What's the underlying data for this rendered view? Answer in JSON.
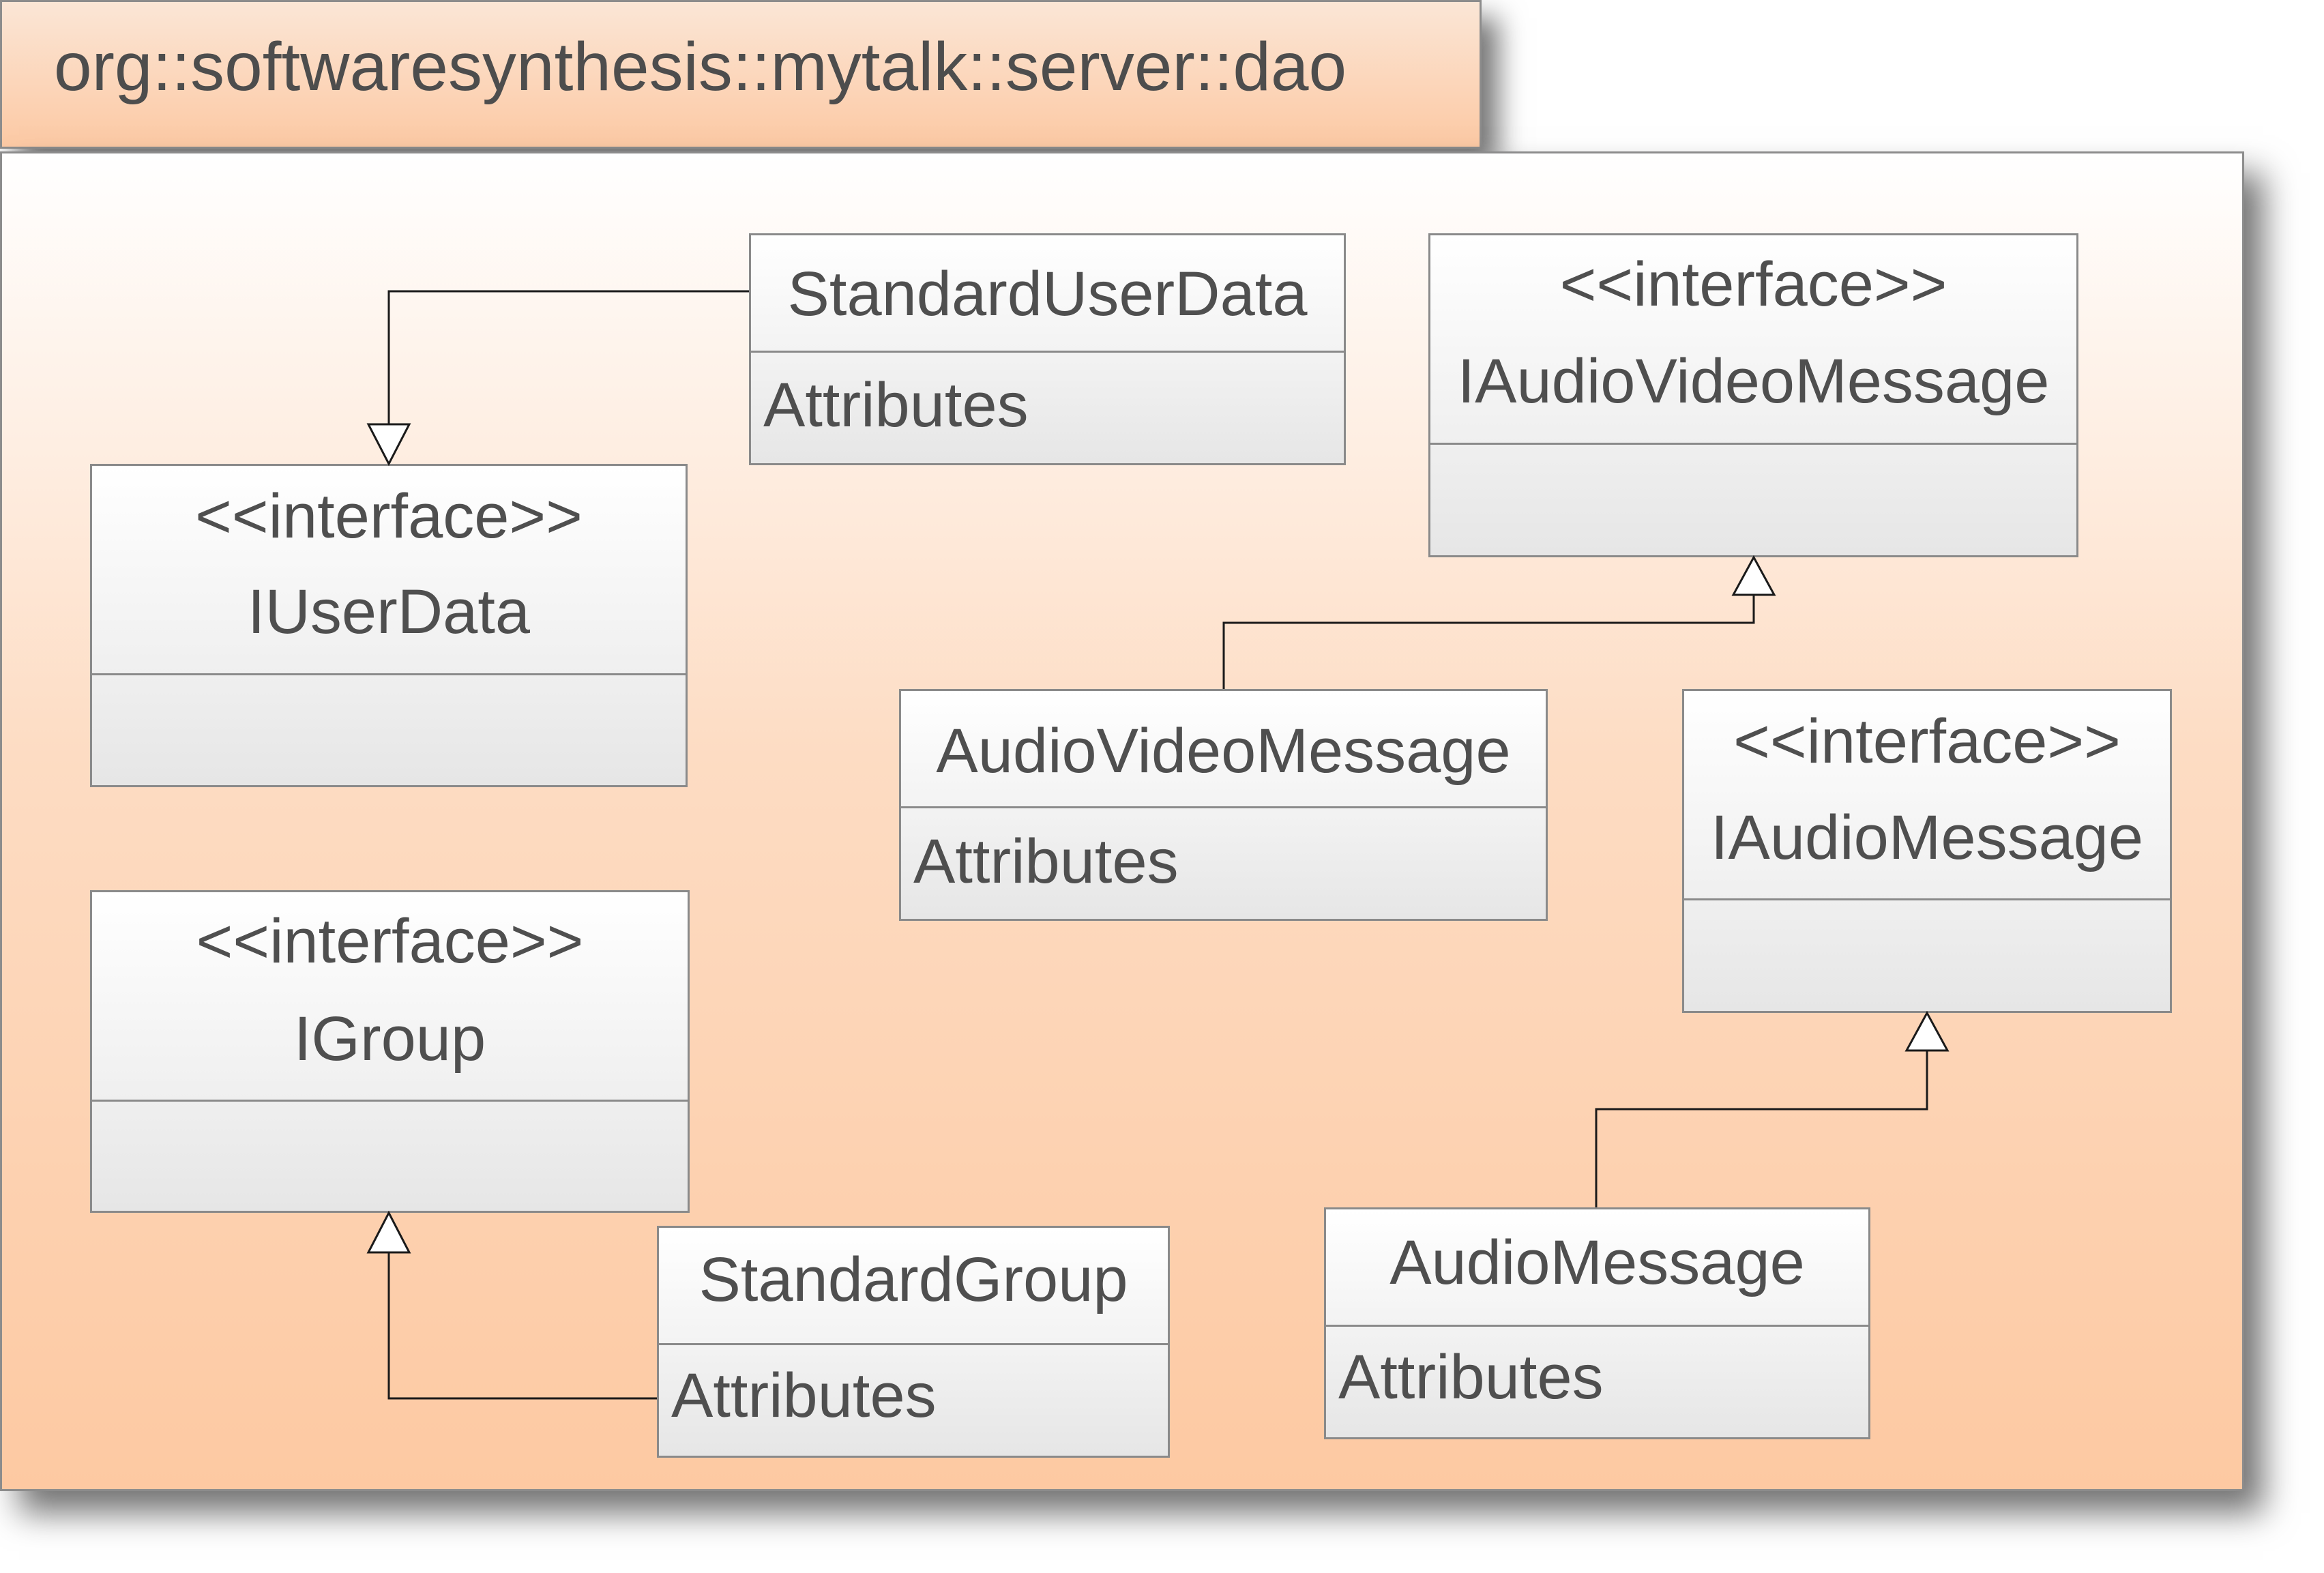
{
  "package": {
    "name": "org::softwaresynthesis::mytalk::server::dao"
  },
  "classes": {
    "standard_user_data": {
      "name": "StandardUserData",
      "attributes": "Attributes"
    },
    "iuser_data": {
      "stereotype": "<<interface>>",
      "name": "IUserData"
    },
    "iaudio_video_message": {
      "stereotype": "<<interface>>",
      "name": "IAudioVideoMessage"
    },
    "audio_video_message": {
      "name": "AudioVideoMessage",
      "attributes": "Attributes"
    },
    "iaudio_message": {
      "stereotype": "<<interface>>",
      "name": "IAudioMessage"
    },
    "igroup": {
      "stereotype": "<<interface>>",
      "name": "IGroup"
    },
    "standard_group": {
      "name": "StandardGroup",
      "attributes": "Attributes"
    },
    "audio_message": {
      "name": "AudioMessage",
      "attributes": "Attributes"
    }
  },
  "relations": [
    {
      "type": "realization",
      "from": "StandardUserData",
      "to": "IUserData"
    },
    {
      "type": "realization",
      "from": "AudioVideoMessage",
      "to": "IAudioVideoMessage"
    },
    {
      "type": "realization",
      "from": "AudioMessage",
      "to": "IAudioMessage"
    },
    {
      "type": "realization",
      "from": "StandardGroup",
      "to": "IGroup"
    }
  ]
}
